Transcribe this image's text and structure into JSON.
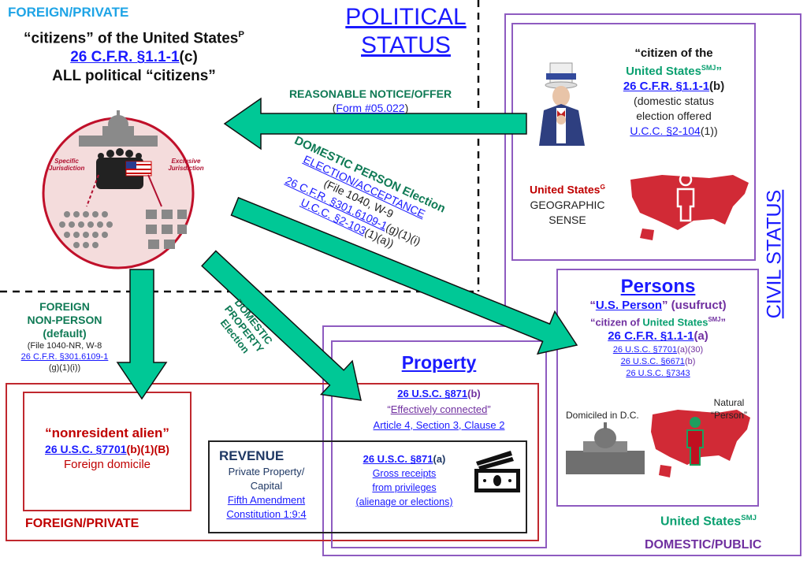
{
  "colors": {
    "arrow": "#00c896",
    "purple": "#8e5bc0",
    "red": "#c0282e",
    "link": "#1a1aff",
    "green": "#0f7a55"
  },
  "top_left": {
    "label": "FOREIGN/PRIVATE",
    "line1": "“citizens” of the United States",
    "line1_sup": "P",
    "cite": "26 C.F.R. §1.1-1",
    "cite_suffix": "(c)",
    "line3": "ALL political “citizens”"
  },
  "circle": {
    "left_label": "Specific Jurisdiction",
    "right_label": "Exclusive Jurisdiction"
  },
  "political_status": {
    "line1": "POLITICAL",
    "line2": "STATUS"
  },
  "civil_status": "CIVIL STATUS",
  "notice": {
    "title": "REASONABLE NOTICE/OFFER",
    "open": "(",
    "form": "Form #05.022",
    "close": ")"
  },
  "domestic_person": {
    "title": "DOMESTIC PERSON Election",
    "link": "ELECTION/ACCEPTANCE",
    "file": "(File 1040, W-9",
    "cfr": "26 C.F.R. §301.6109-1",
    "cfr_suffix": "(g)(1)(i)",
    "ucc": "U.C.C. §2-103",
    "ucc_suffix": "(1)(a))"
  },
  "domestic_property": {
    "line1": "DOMESTIC",
    "line2": "PROPERTY",
    "line3": "Election"
  },
  "foreign_nonperson": {
    "line1": "FOREIGN",
    "line2": "NON-PERSON",
    "line3": "(default)",
    "file": "(File 1040-NR, W-8",
    "cfr": "26 C.F.R. §301.6109-1",
    "cfr_suffix": "(g)(1)(i))"
  },
  "citizen_box": {
    "line1": "“citizen of the",
    "us": "United States",
    "us_sup": "SMJ",
    "close": "”",
    "cite": "26 C.F.R. §1.1-1",
    "cite_suffix": "(b)",
    "note1": "(domestic status",
    "note2": "election offered",
    "ucc": "U.C.C. §2-104",
    "ucc_suffix": "(1))",
    "geo_us": "United States",
    "geo_sup": "G",
    "geo1": "GEOGRAPHIC",
    "geo2": "SENSE"
  },
  "persons": {
    "title": "Persons",
    "us_person_open": "“",
    "us_person": "U.S. Person",
    "us_person_rest": "” (usufruct)",
    "citizen_pre": "“citizen of ",
    "citizen_us": "United States",
    "citizen_sup": "SMJ",
    "citizen_close": "”",
    "cite": "26 C.F.R. §1.1-1",
    "cite_suffix": "(a)",
    "usc1": "26 U.S.C. §7701",
    "usc1_suffix": "(a)(30)",
    "usc2": "26 U.S.C. §6671",
    "usc2_suffix": "(b)",
    "usc3": "26 U.S.C. §7343",
    "domiciled": "Domiciled in D.C.",
    "natural1": "Natural",
    "natural2": "“Person”"
  },
  "property": {
    "title": "Property",
    "cite": "26 U.S.C. §871",
    "cite_suffix": "(b)",
    "ec": "Effectively connected",
    "article": "Article 4, Section 3, Clause 2"
  },
  "revenue": {
    "title": "REVENUE",
    "line1": "Private Property/",
    "line2": "Capital",
    "link1": "Fifth Amendment",
    "link2": "Constitution 1:9:4",
    "cite": "26 U.S.C. §871",
    "cite_suffix": "(a)",
    "g1": "Gross receipts",
    "g2": "from privileges",
    "g3": "(alienage or elections)"
  },
  "nra": {
    "title": "“nonresident alien”",
    "cite": "26 U.S.C. §7701",
    "cite_suffix": "(b)(1)(B)",
    "domicile": "Foreign domicile"
  },
  "bottom": {
    "foreign_private": "FOREIGN/PRIVATE",
    "us": "United States",
    "us_sup": "SMJ",
    "domestic_public": "DOMESTIC/PUBLIC"
  }
}
